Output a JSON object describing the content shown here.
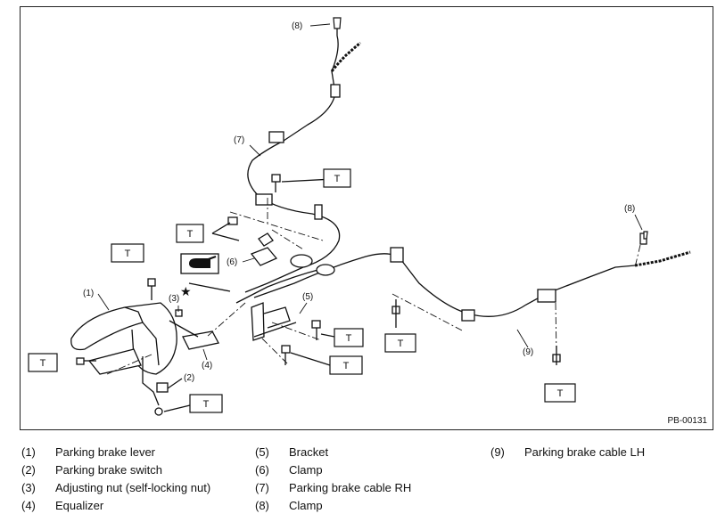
{
  "figure": {
    "code": "PB-00131",
    "torque_mark": "T",
    "star_mark": "★",
    "callouts": [
      "(1)",
      "(2)",
      "(3)",
      "(4)",
      "(5)",
      "(6)",
      "(7)",
      "(8)",
      "(9)"
    ]
  },
  "legend": [
    {
      "num": "(1)",
      "text": "Parking brake lever"
    },
    {
      "num": "(2)",
      "text": "Parking brake switch"
    },
    {
      "num": "(3)",
      "text": "Adjusting nut (self-locking nut)"
    },
    {
      "num": "(4)",
      "text": "Equalizer"
    },
    {
      "num": "(5)",
      "text": "Bracket"
    },
    {
      "num": "(6)",
      "text": "Clamp"
    },
    {
      "num": "(7)",
      "text": "Parking brake cable RH"
    },
    {
      "num": "(8)",
      "text": "Clamp"
    },
    {
      "num": "(9)",
      "text": "Parking brake cable LH"
    }
  ]
}
